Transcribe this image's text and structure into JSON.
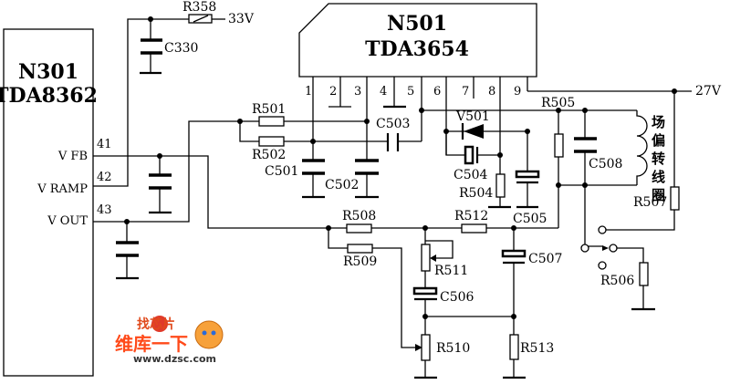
{
  "chips": {
    "n301": {
      "ref": "N301",
      "part": "TDA8362",
      "pins": [
        {
          "num": "41",
          "name": "V FB"
        },
        {
          "num": "42",
          "name": "V RAMP"
        },
        {
          "num": "43",
          "name": "V OUT"
        }
      ]
    },
    "n501": {
      "ref": "N501",
      "part": "TDA3654",
      "pins": [
        "1",
        "2",
        "3",
        "4",
        "5",
        "6",
        "7",
        "8",
        "9"
      ]
    }
  },
  "supplies": {
    "v33": "33V",
    "v27": "27V"
  },
  "components": {
    "R358": "R358",
    "C330": "C330",
    "R501": "R501",
    "R502": "R502",
    "C501": "C501",
    "C502": "C502",
    "C503": "C503",
    "V501": "V501",
    "C504": "C504",
    "R504": "R504",
    "C505": "C505",
    "R505": "R505",
    "C508": "C508",
    "R507": "R507",
    "R506": "R506",
    "R508": "R508",
    "R509": "R509",
    "R511": "R511",
    "C506": "C506",
    "R512": "R512",
    "C507": "C507",
    "R510": "R510",
    "R513": "R513"
  },
  "yoke_label": [
    "场",
    "偏",
    "转",
    "线",
    "圈"
  ],
  "watermark": {
    "line1": "找芯片",
    "line2": "维库一下",
    "url": "www.dzsc.com",
    "color": "#ff4a1a"
  }
}
